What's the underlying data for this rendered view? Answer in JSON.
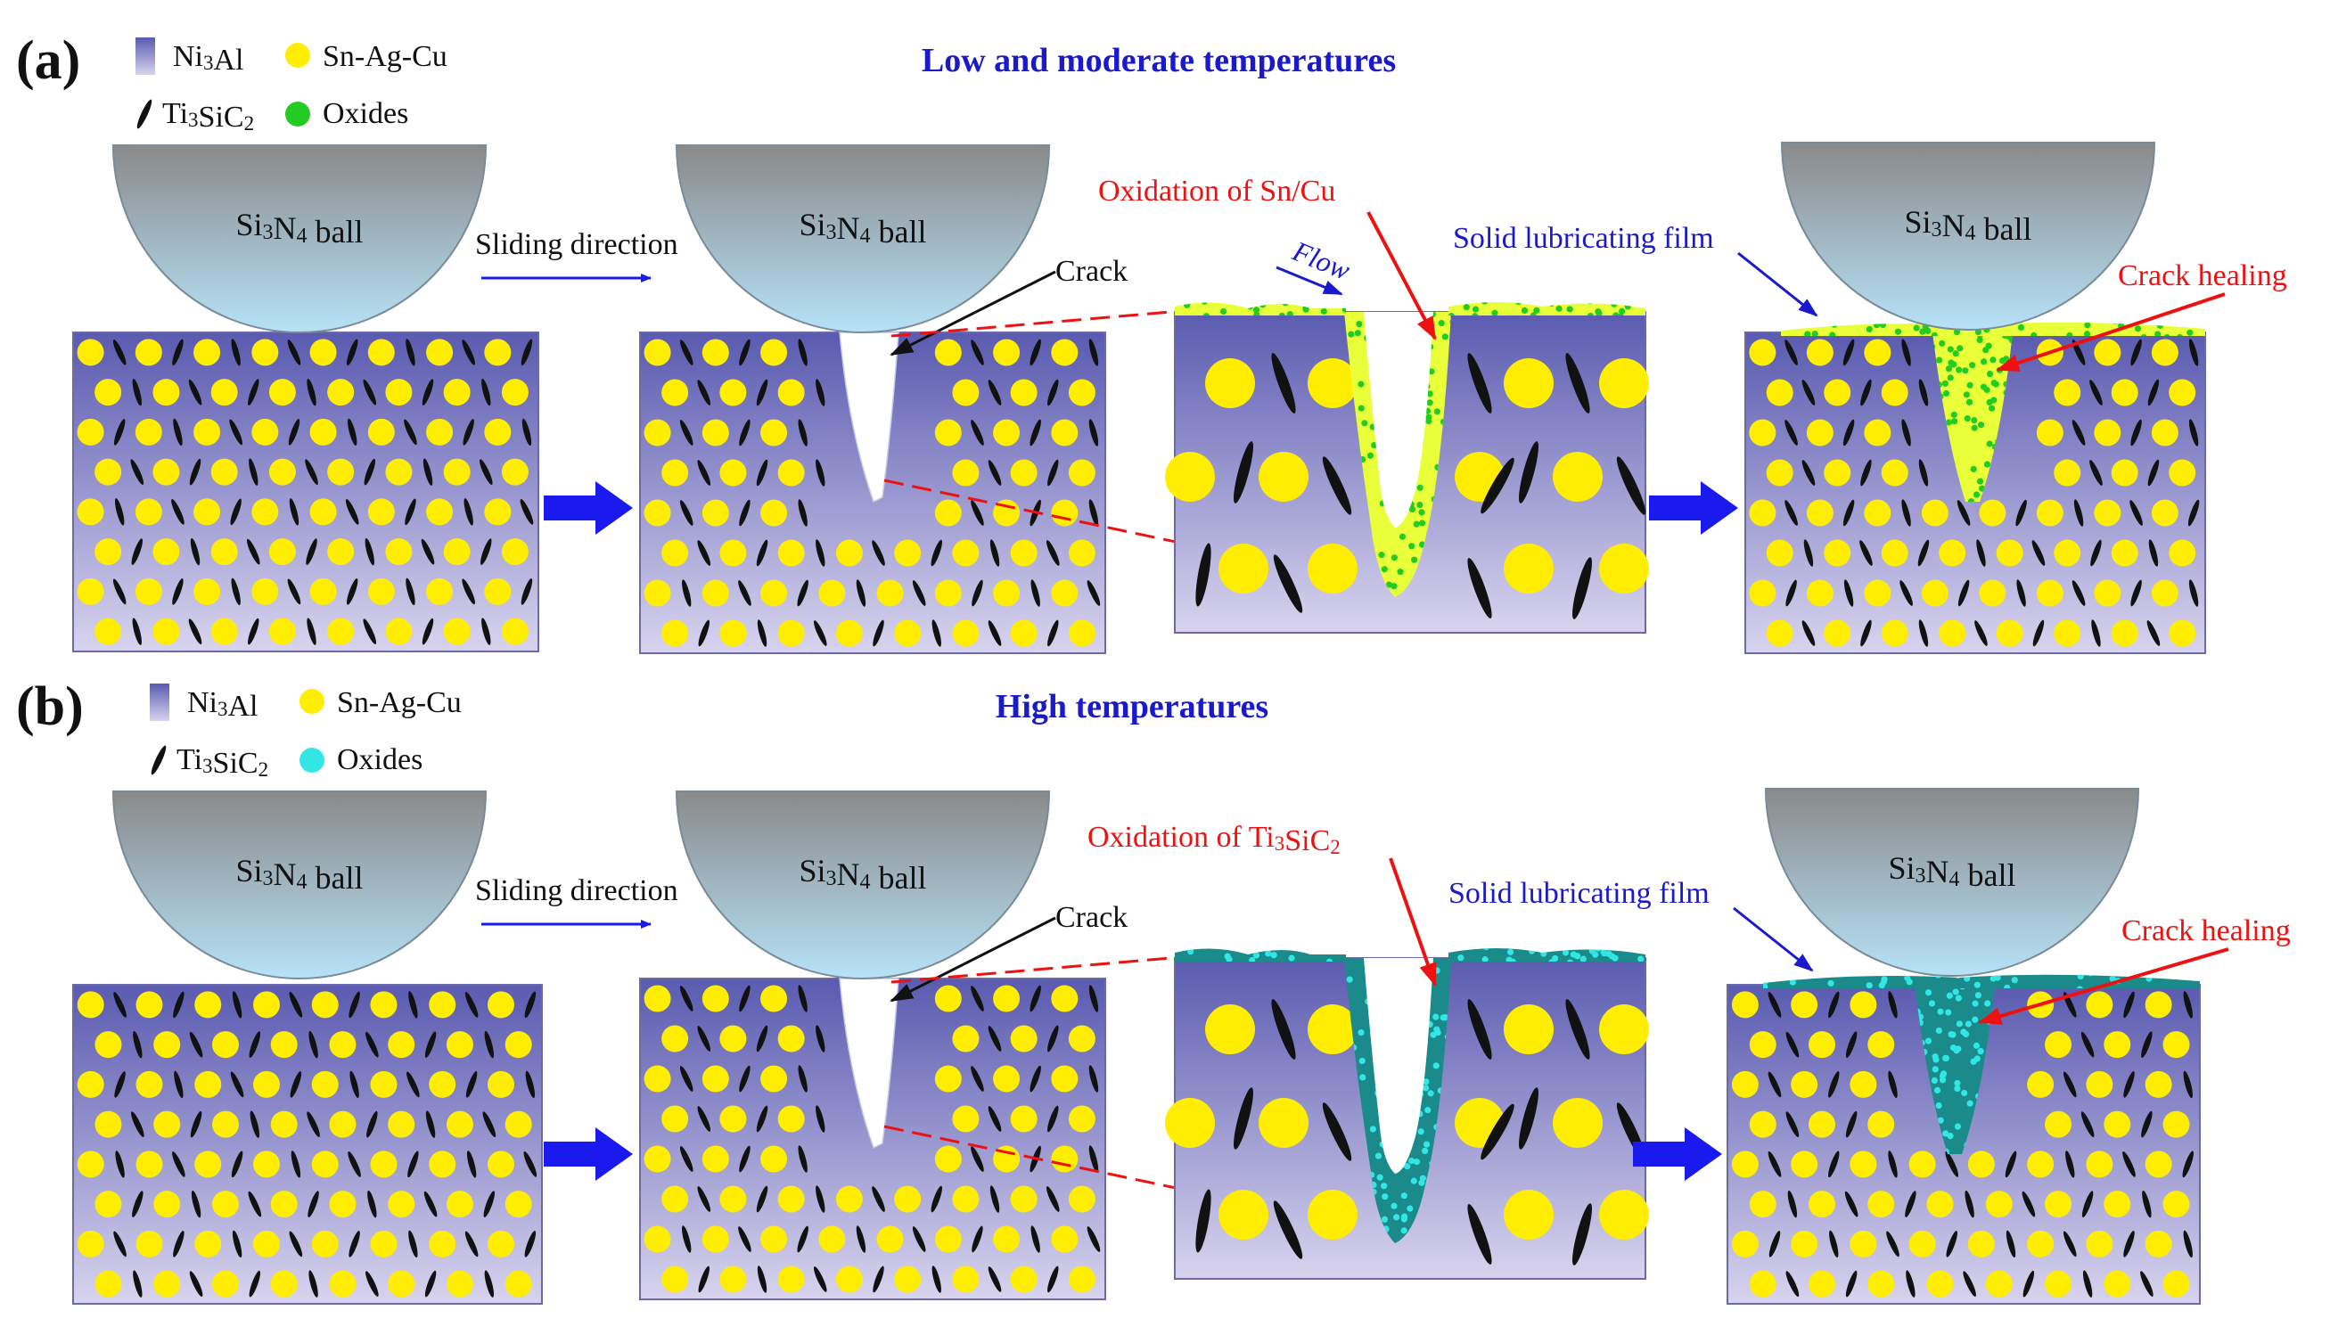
{
  "panels": [
    {
      "id": "a",
      "label": "(a)",
      "title": "Low and moderate temperatures",
      "legend": [
        {
          "kind": "matrix",
          "text": "Ni3Al"
        },
        {
          "kind": "particle",
          "text": "Sn-Ag-Cu"
        },
        {
          "kind": "flake",
          "text": "Ti3SiC2"
        },
        {
          "kind": "oxide",
          "text": "Oxides"
        }
      ],
      "ball_label": "Si3N4 ball",
      "sliding_label": "Sliding direction",
      "crack_label": "Crack",
      "flow_label": "Flow",
      "oxidation_label": "Oxidation of Sn/Cu",
      "film_label": "Solid lubricating film",
      "healing_label": "Crack healing",
      "oxide_color": "#22cc22",
      "film_color": "#e8ff3a"
    },
    {
      "id": "b",
      "label": "(b)",
      "title": "High temperatures",
      "legend": [
        {
          "kind": "matrix",
          "text": "Ni3Al"
        },
        {
          "kind": "particle",
          "text": "Sn-Ag-Cu"
        },
        {
          "kind": "flake",
          "text": "Ti3SiC2"
        },
        {
          "kind": "oxide",
          "text": "Oxides"
        }
      ],
      "ball_label": "Si3N4 ball",
      "sliding_label": "Sliding direction",
      "crack_label": "Crack",
      "flow_label": "",
      "oxidation_label": "Oxidation of Ti3SiC2",
      "film_label": "Solid lubricating film",
      "healing_label": "Crack healing",
      "oxide_color": "#33e6e6",
      "film_color": "#1a8a8a"
    }
  ],
  "colors": {
    "title": "#1a1acc",
    "annotation_red": "#ee1111",
    "annotation_blue": "#1a1acc",
    "particle": "#ffee00",
    "flake": "#111111",
    "matrix_top": "#5a5ab0",
    "matrix_bottom": "#d8d4ee",
    "ball_top": "#8a8a8a",
    "ball_bottom": "#b6e2f8",
    "process_arrow": "#1a1aee"
  }
}
